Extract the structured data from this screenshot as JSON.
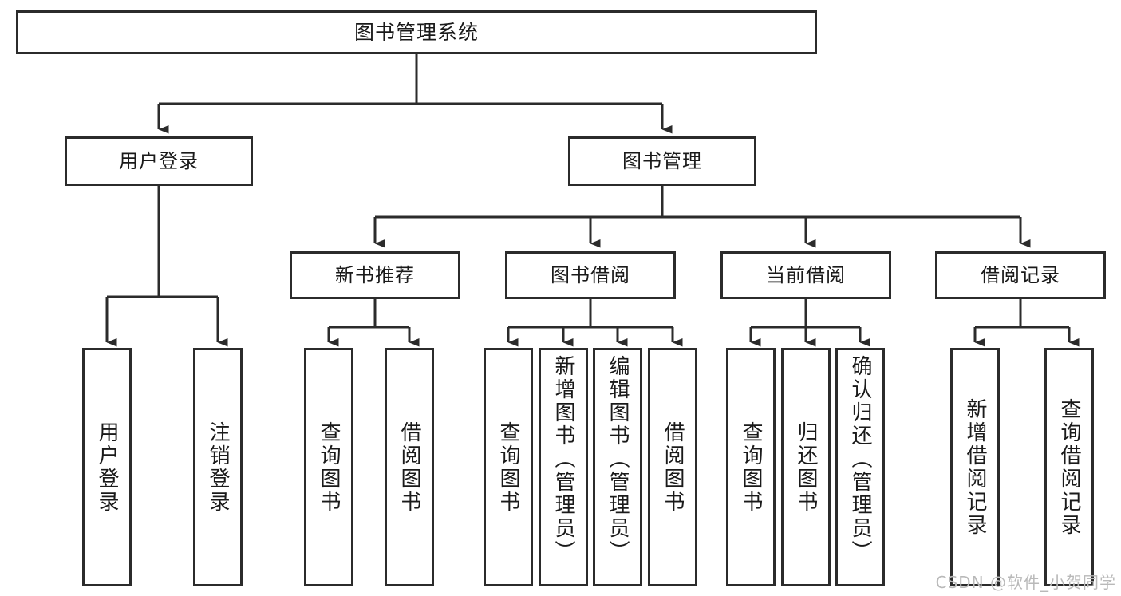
{
  "diagram": {
    "type": "tree",
    "title": "图书管理系统",
    "watermark": "CSDN @软件_小贺同学",
    "colors": {
      "box_border": "#2b2b2b",
      "box_fill": "#ffffff",
      "connector": "#2b2b2b",
      "text": "#1a1a1a",
      "watermark": "#b9b9b9"
    },
    "nodes": {
      "root": {
        "label": "图书管理系统",
        "level": 1,
        "orientation": "horizontal"
      },
      "l2": [
        {
          "id": "user-login",
          "label": "用户登录",
          "orientation": "horizontal"
        },
        {
          "id": "book-manage",
          "label": "图书管理",
          "orientation": "horizontal"
        }
      ],
      "l3": [
        {
          "id": "new-book-rec",
          "label": "新书推荐",
          "orientation": "horizontal"
        },
        {
          "id": "book-borrow",
          "label": "图书借阅",
          "orientation": "horizontal"
        },
        {
          "id": "current-borrow",
          "label": "当前借阅",
          "orientation": "horizontal"
        },
        {
          "id": "borrow-record",
          "label": "借阅记录",
          "orientation": "horizontal"
        }
      ],
      "leaves": {
        "user-login": [
          {
            "id": "leaf-user-login",
            "label": "用户登录",
            "orientation": "vertical"
          },
          {
            "id": "leaf-logout",
            "label": "注销登录",
            "orientation": "vertical"
          }
        ],
        "new-book-rec": [
          {
            "id": "leaf-query-book-1",
            "label": "查询图书",
            "orientation": "vertical"
          },
          {
            "id": "leaf-borrow-book-1",
            "label": "借阅图书",
            "orientation": "vertical"
          }
        ],
        "book-borrow": [
          {
            "id": "leaf-query-book-2",
            "label": "查询图书",
            "orientation": "vertical"
          },
          {
            "id": "leaf-add-book",
            "label": "新增图书（管理员）",
            "orientation": "vertical"
          },
          {
            "id": "leaf-edit-book",
            "label": "编辑图书（管理员）",
            "orientation": "vertical"
          },
          {
            "id": "leaf-borrow-book-2",
            "label": "借阅图书",
            "orientation": "vertical"
          }
        ],
        "current-borrow": [
          {
            "id": "leaf-query-book-3",
            "label": "查询图书",
            "orientation": "vertical"
          },
          {
            "id": "leaf-return-book",
            "label": "归还图书",
            "orientation": "vertical"
          },
          {
            "id": "leaf-confirm-return",
            "label": "确认归还（管理员）",
            "orientation": "vertical"
          }
        ],
        "borrow-record": [
          {
            "id": "leaf-add-record",
            "label": "新增借阅记录",
            "orientation": "vertical"
          },
          {
            "id": "leaf-query-record",
            "label": "查询借阅记录",
            "orientation": "vertical"
          }
        ]
      }
    }
  }
}
